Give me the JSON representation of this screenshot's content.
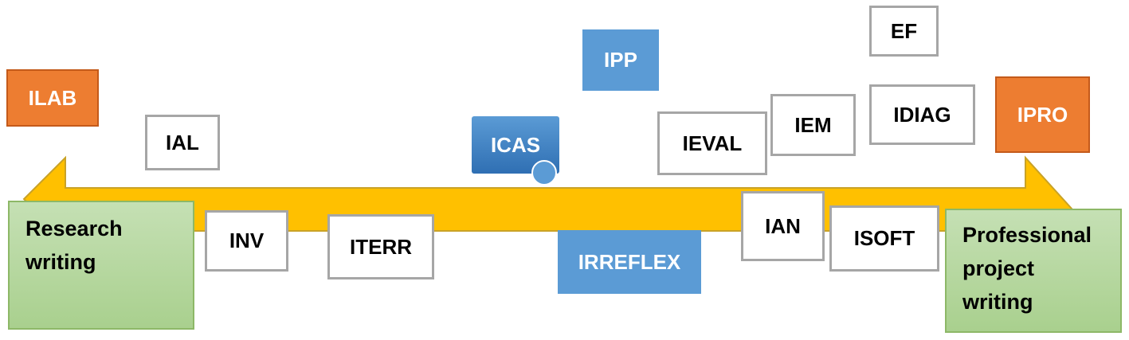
{
  "colors": {
    "arrow": "#ffc000",
    "arrow_border": "#c9a227",
    "orange": "#ed7d31",
    "blue": "#5b9bd5",
    "green": "#a9d08e",
    "box_border": "#a6a6a6"
  },
  "ends": {
    "left_label": "ILAB",
    "right_label": "IPRO"
  },
  "sides": {
    "left_lines": [
      "Research",
      "writing"
    ],
    "right_lines": [
      "Professional",
      "project",
      "writing"
    ]
  },
  "boxes": {
    "ial": "IAL",
    "icas": "ICAS",
    "ipp": "IPP",
    "ieval": "IEVAL",
    "iem": "IEM",
    "idiag": "IDIAG",
    "ef": "EF",
    "inv": "INV",
    "iterr": "ITERR",
    "irreflex": "IRREFLEX",
    "ian": "IAN",
    "isoft": "ISOFT"
  }
}
